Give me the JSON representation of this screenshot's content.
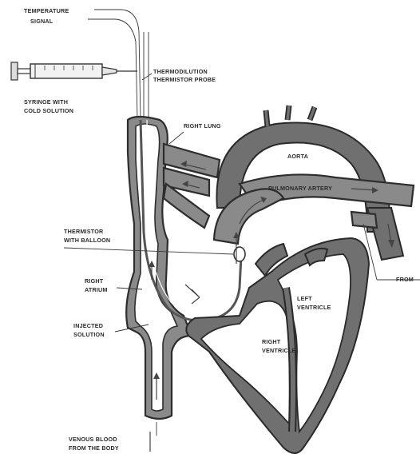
{
  "labels": {
    "temperature_signal_line1": "TEMPERATURE",
    "temperature_signal_line2": "SIGNAL",
    "probe_line1": "THERMODILUTION",
    "probe_line2": "THERMISTOR PROBE",
    "syringe_line1": "SYRINGE WITH",
    "syringe_line2": "COLD SOLUTION",
    "right_lung": "RIGHT LUNG",
    "aorta": "AORTA",
    "pulmonary_artery": "PULMONARY ARTERY",
    "thermistor_line1": "THERMISTOR",
    "thermistor_line2": "WITH BALLOON",
    "right_atrium_line1": "RIGHT",
    "right_atrium_line2": "ATRIUM",
    "injected_line1": "INJECTED",
    "injected_line2": "SOLUTION",
    "left_ventricle_line1": "LEFT",
    "left_ventricle_line2": "VENTRICLE",
    "right_ventricle_line1": "RIGHT",
    "right_ventricle_line2": "VENTRICLE",
    "venous_line1": "VENOUS BLOOD",
    "venous_line2": "FROM THE BODY",
    "cut_off": "FROM"
  }
}
